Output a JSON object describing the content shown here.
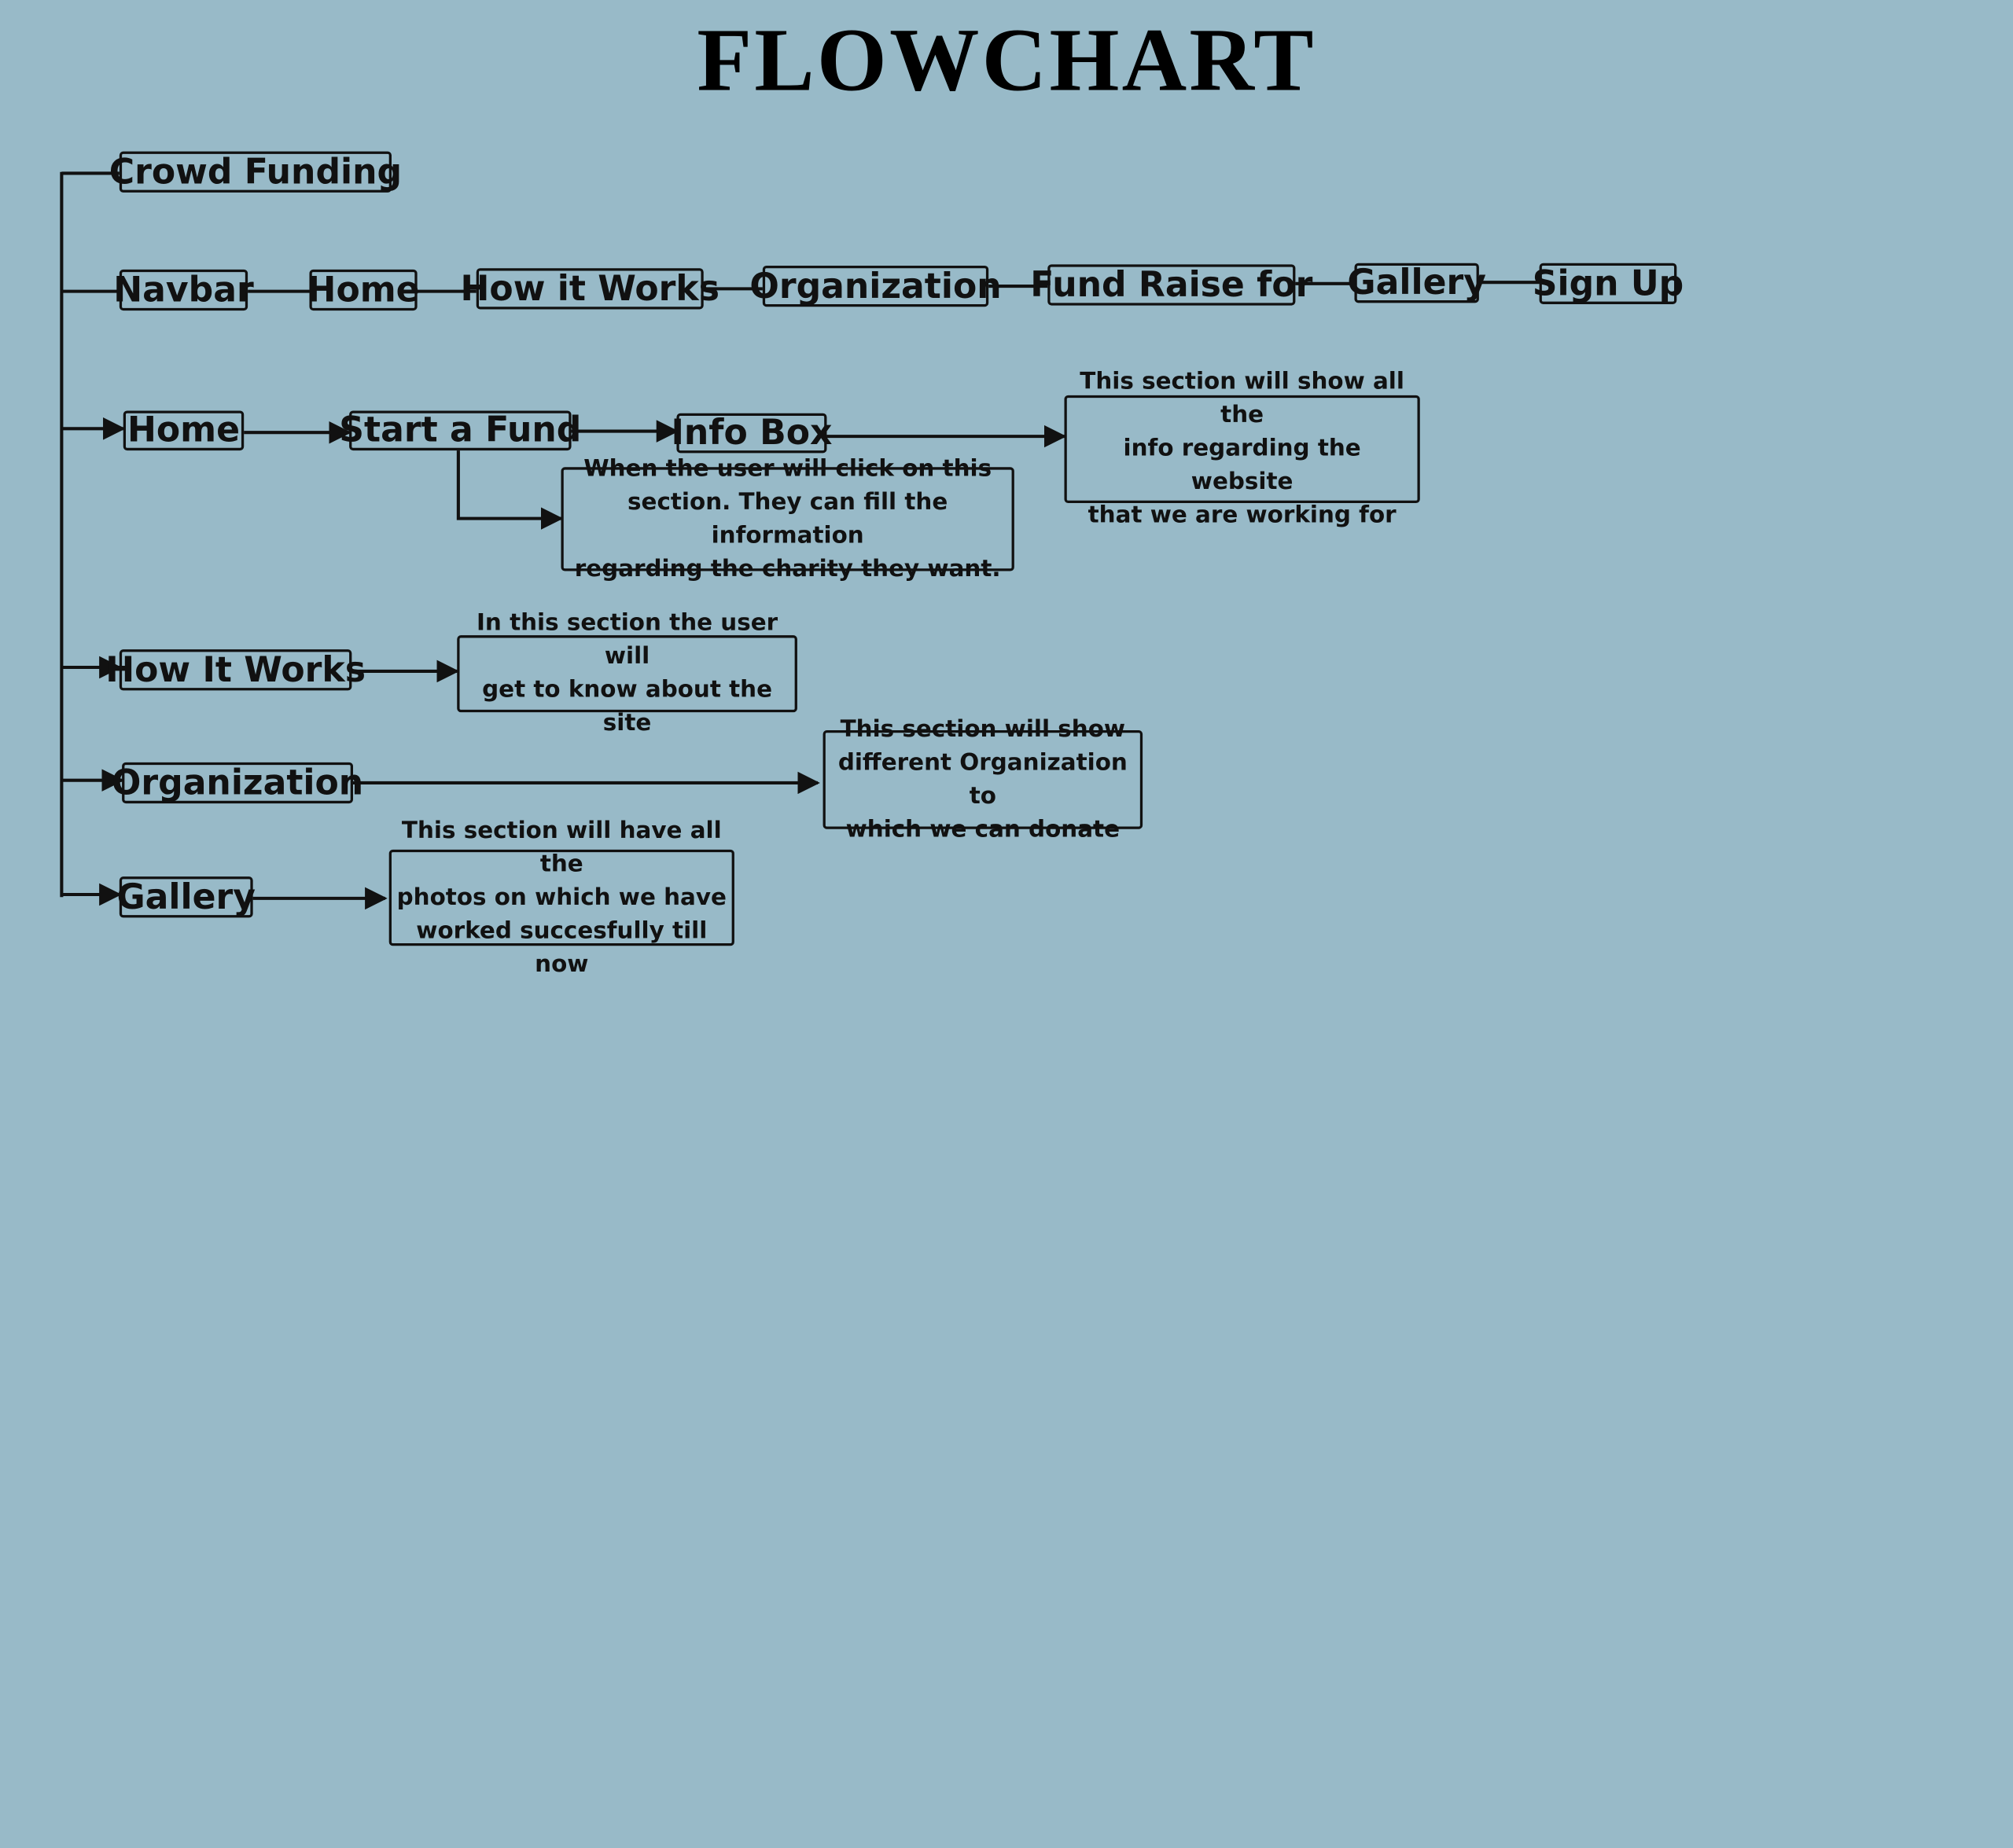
{
  "title": "FLOWCHART",
  "nodes": {
    "crowd_funding": "Crowd Funding",
    "navbar": "Navbar",
    "nav_home": "Home",
    "nav_how_it_works": "How it Works",
    "nav_organization": "Organization",
    "nav_fund_raise_for": "Fund Raise for",
    "nav_gallery": "Gallery",
    "nav_sign_up": "Sign Up",
    "home": "Home",
    "start_a_fund": "Start a Fund",
    "info_box": "Info Box",
    "how_it_works": "How It Works",
    "organization": "Organization",
    "gallery": "Gallery"
  },
  "notes": {
    "info_box": "This section will show all the\ninfo regarding the website\nthat we are working for",
    "start_a_fund": "When the user will click on this\nsection. They can fill the information\nregarding the charity they want.",
    "how_it_works": "In this section the user will\nget to know about the site",
    "organization": "This section will show\ndifferent Organization to\nwhich we can donate",
    "gallery": "This section will have all the\nphotos on which we have\nworked succesfully till now"
  }
}
